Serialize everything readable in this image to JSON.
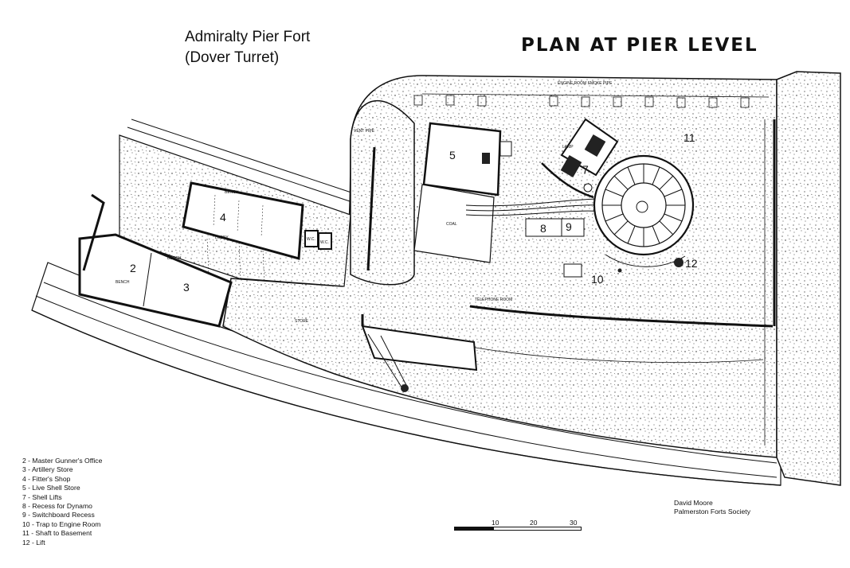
{
  "title": {
    "line1": "Admiralty Pier Fort",
    "line2": "(Dover Turret)"
  },
  "heading": "PLAN AT PIER LEVEL",
  "legend": [
    "2 - Master Gunner's Office",
    "3 - Artillery Store",
    "4 - Fitter's Shop",
    "5 - Live Shell Store",
    "7 - Shell Lifts",
    "8 - Recess for Dynamo",
    "9 - Switchboard Recess",
    "10 - Trap to Engine Room",
    "11 - Shaft to Basement",
    "12 - Lift"
  ],
  "credit": {
    "author": "David Moore",
    "society": "Palmerston Forts Society"
  },
  "scale": [
    "10",
    "20",
    "30"
  ],
  "room_numbers": {
    "r2": "2",
    "r3": "3",
    "r4": "4",
    "r5": "5",
    "r7": "7",
    "r8": "8",
    "r9": "9",
    "r10": "10",
    "r11": "11",
    "r12": "12"
  },
  "small_labels": {
    "bench1": "BENCH",
    "bench2": "BENCH",
    "bench3": "BENCH",
    "lobby": "LOBBY",
    "wc1": "W.C.",
    "wc2": "W.C.",
    "coal": "COAL",
    "vent": "VENT PIPE",
    "store": "STORE",
    "telephone": "TELEPHONE ROOM",
    "lamp": "LAMP",
    "engine": "ENGINE ROOM SMOKE PIPE"
  }
}
